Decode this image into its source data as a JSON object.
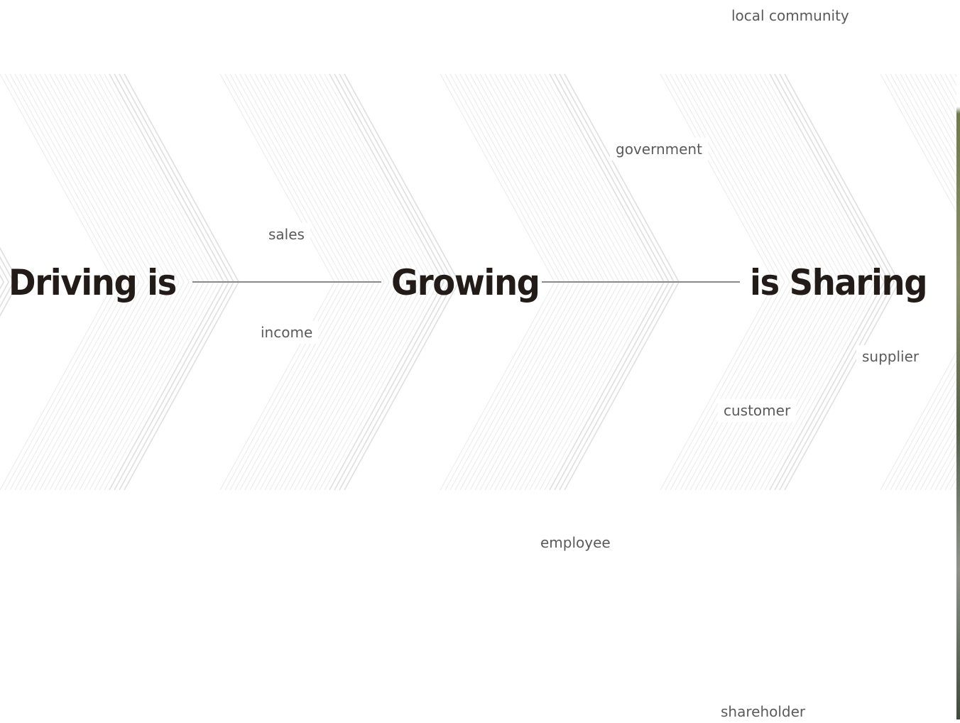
{
  "headlines": {
    "driving": "Driving is",
    "growing": "Growing",
    "sharing": "is Sharing"
  },
  "stakeholders": {
    "local_community": "local community",
    "government": "government",
    "sales": "sales",
    "income": "income",
    "supplier": "supplier",
    "customer": "customer",
    "employee": "employee",
    "shareholder": "shareholder"
  },
  "colors": {
    "headline": "#221b18",
    "label": "#5a5a5a",
    "chevron_lines": "#dcdcdc",
    "connector": "#8a8a8a"
  }
}
